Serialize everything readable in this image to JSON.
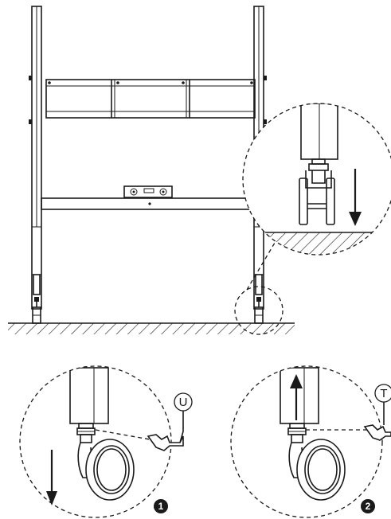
{
  "diagram": {
    "tool_wrench_u": "U",
    "tool_wrench_t": "T",
    "step_1": "1",
    "step_2": "2"
  }
}
